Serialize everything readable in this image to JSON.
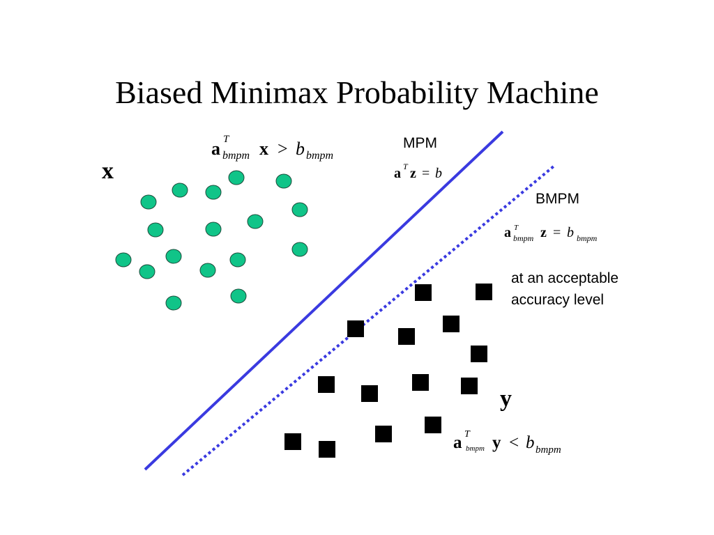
{
  "slide": {
    "title": "Biased Minimax Probability Machine"
  },
  "labels": {
    "class_x": "x",
    "class_y": "y",
    "mpm": "MPM",
    "bmpm": "BMPM",
    "note_line1": "at an acceptable",
    "note_line2": "accuracy level"
  },
  "equations": {
    "x_side": {
      "a": "a",
      "sup": "T",
      "sub": "bmpm",
      "var": "x",
      "op": ">",
      "b": "b",
      "bsub": "bmpm"
    },
    "mpm_boundary": {
      "a": "a",
      "sup": "T",
      "var": "z",
      "op": "=",
      "b": "b"
    },
    "bmpm_boundary": {
      "a": "a",
      "sup": "T",
      "sub": "bmpm",
      "var": "z",
      "op": "=",
      "b": "b",
      "bsub": "bmpm"
    },
    "y_side": {
      "a": "a",
      "sup": "T",
      "sub": "bmpm",
      "var": "y",
      "op": "<",
      "b": "b",
      "bsub": "bmpm"
    }
  },
  "colors": {
    "circle_fill": "#10c488",
    "circle_stroke": "#1d4a3a",
    "square_fill": "#000000",
    "line_color": "#3a3ae0"
  },
  "shapes": {
    "class_x_marker": "circle",
    "class_y_marker": "square"
  }
}
